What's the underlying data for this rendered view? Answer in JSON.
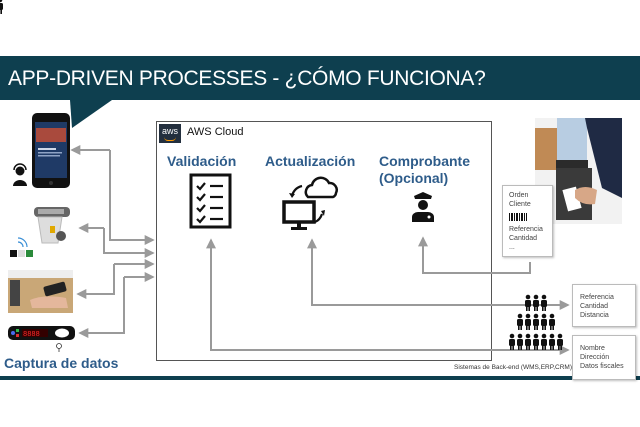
{
  "slide": {
    "title": "APP-DRIVEN PROCESSES - ¿CÓMO FUNCIONA?",
    "colors": {
      "bar": "#0e3f4f",
      "heading": "#2e5c8a",
      "arrow": "#9a9a9a"
    }
  },
  "aws": {
    "logo_text": "aws",
    "label": "AWS Cloud",
    "stages": [
      {
        "label": "Validación",
        "icon": "checklist-icon"
      },
      {
        "label": "Actualización",
        "icon": "cloud-sync-icon"
      },
      {
        "label": "Comprobante",
        "label2": "(Opcional)",
        "icon": "officer-icon"
      }
    ]
  },
  "capture": {
    "label": "Captura de datos",
    "devices": [
      "smartphone-app",
      "ring-scanner",
      "wrist-terminal",
      "pick-to-light-display"
    ]
  },
  "backend": {
    "label": "Sistemas de Back-end (WMS,ERP,CRM)"
  },
  "documents": {
    "order": {
      "line1": "Orden",
      "line2": "Cliente",
      "line3": "Referencia",
      "line4": "Cantidad",
      "line5": "..."
    },
    "reference": {
      "line1": "Referencia",
      "line2": "Cantidad",
      "line3": "Distancia"
    },
    "customer": {
      "line1": "Nombre",
      "line2": "Dirección",
      "line3": "Datos fiscales"
    }
  }
}
